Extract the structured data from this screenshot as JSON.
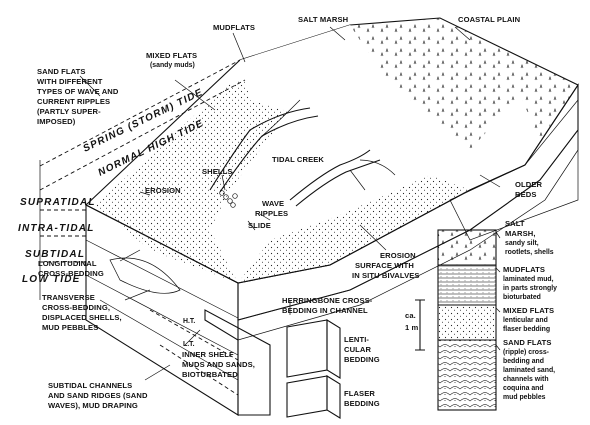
{
  "labels": {
    "salt_marsh": "SALT MARSH",
    "coastal_plain": "COASTAL PLAIN",
    "mudflats": "MUDFLATS",
    "mixed_flats": "MIXED FLATS",
    "mixed_flats_sub": "(sandy muds)",
    "sand_flats": [
      "SAND FLATS",
      "WITH DIFFERENT",
      "TYPES OF WAVE AND",
      "CURRENT RIPPLES",
      "(PARTLY SUPER-",
      "IMPOSED)"
    ],
    "spring_tide": "SPRING (STORM) TIDE",
    "normal_high_tide": "NORMAL HIGH TIDE",
    "supratidal": "SUPRATIDAL",
    "intra_tidal": "INTRA-TIDAL",
    "subtidal": "SUBTIDAL",
    "low_tide": "LOW TIDE",
    "tidal_creek": "TIDAL CREEK",
    "shells": "SHELLS",
    "erosion": "EROSION",
    "wave_ripples": [
      "WAVE",
      "RIPPLES"
    ],
    "slide": "SLIDE",
    "older_beds": [
      "OLDER",
      "BEDS"
    ],
    "erosion_surface": [
      "EROSION",
      "SURFACE WITH",
      "IN SITU BIVALVES"
    ],
    "herringbone": [
      "HERRINGBONE CROSS-",
      "BEDDING IN CHANNEL"
    ],
    "longitudinal": [
      "LONGITUDINAL",
      "CROSS-BEDDING"
    ],
    "transverse": [
      "TRANSVERSE",
      "CROSS-BEDDING,",
      "DISPLACED SHELLS,",
      "MUD PEBBLES"
    ],
    "ht": "H.T.",
    "lt": "L.T.",
    "inner_shelf": [
      "INNER SHELF",
      "MUDS AND SANDS,",
      "BIOTURBATED"
    ],
    "subtidal_channels": [
      "SUBTIDAL CHANNELS",
      "AND SAND RIDGES (SAND",
      "WAVES), MUD DRAPING"
    ],
    "lenticular": [
      "LENTI-",
      "CULAR",
      "BEDDING"
    ],
    "flaser": [
      "FLASER",
      "BEDDING"
    ],
    "scale": [
      "ca.",
      "1 m"
    ],
    "column": {
      "salt": [
        "SALT",
        "MARSH,",
        "sandy silt,",
        "rootlets, shells"
      ],
      "mudflats": [
        "MUDFLATS",
        "laminated mud,",
        "in parts strongly",
        "bioturbated"
      ],
      "mixed": [
        "MIXED FLATS",
        "lenticular and",
        "flaser bedding"
      ],
      "sand": [
        "SAND FLATS",
        "(ripple) cross-",
        "bedding and",
        "laminated sand,",
        "channels with",
        "coquina and",
        "mud pebbles"
      ]
    }
  },
  "colors": {
    "ink": "#111111",
    "paper": "#ffffff"
  }
}
